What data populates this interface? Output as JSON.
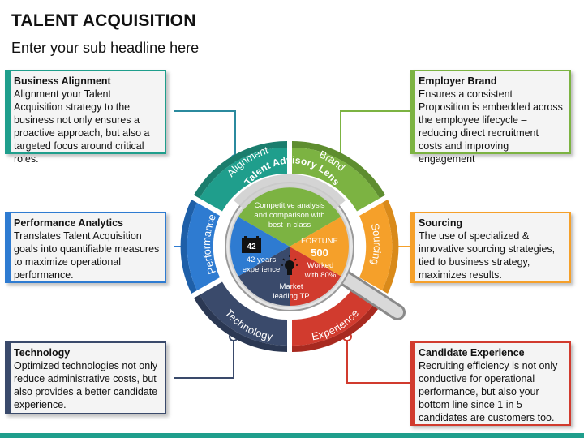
{
  "header": {
    "title": "TALENT ACQUISITION",
    "subtitle": "Enter your sub headline here"
  },
  "boxes": {
    "business_alignment": {
      "heading": "Business Alignment",
      "text": "Alignment your Talent Acquisition strategy to the business not only ensures a proactive approach, but also a targeted focus around critical roles."
    },
    "performance_analytics": {
      "heading": "Performance Analytics",
      "text": "Translates Talent Acquisition goals into quantifiable measures to maximize operational performance."
    },
    "technology": {
      "heading": "Technology",
      "text": "Optimized technologies not only reduce administrative costs, but also provides a better candidate experience."
    },
    "employer_brand": {
      "heading": "Employer Brand",
      "text": "Ensures a consistent Proposition is embedded across the employee lifecycle – reducing direct recruitment costs and improving engagement"
    },
    "sourcing": {
      "heading": "Sourcing",
      "text": "The use of specialized & innovative sourcing strategies, tied to business strategy, maximizes results."
    },
    "candidate_experience": {
      "heading": "Candidate Experience",
      "text": "Recruiting efficiency is not only conductive for operational performance, but also your bottom line since 1 in 5 candidates are customers too."
    }
  },
  "ring_labels": {
    "alignment": "Alignment",
    "brand": "Brand",
    "sourcing": "Sourcing",
    "experience": "Experience",
    "technology": "Technology",
    "performance": "Performance"
  },
  "lens_label": "Talent Advisory Lens",
  "center": {
    "green_line1": "Competitive analysis",
    "green_line2": "and comparison with",
    "green_line3": "best in class",
    "fortune_label": "FORTUNE",
    "fortune_value": "500",
    "worked_line1": "Worked",
    "worked_line2": "with 80%",
    "badge_value": "42",
    "years_line1": "42 years",
    "years_line2": "experience",
    "market_line1": "Market",
    "market_line2": "leading TP"
  },
  "colors": {
    "blue": "#2e7bd1",
    "green": "#7cb342",
    "orange": "#f5a02a",
    "red": "#d13b2e",
    "navy": "#3a4a6b",
    "teal": "#1f9e8c"
  }
}
